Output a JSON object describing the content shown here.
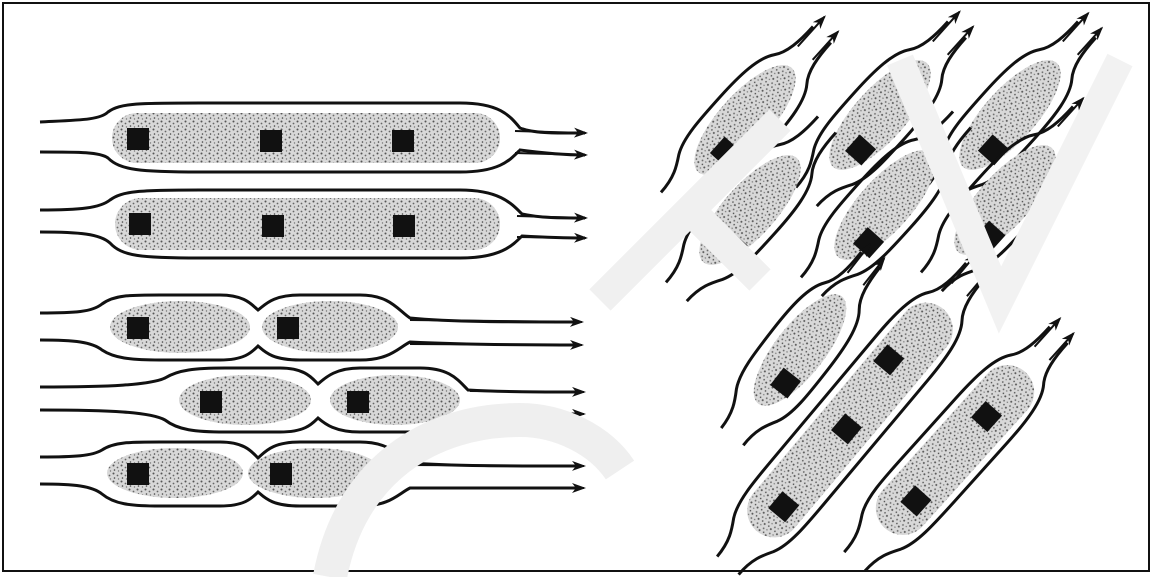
{
  "figure": {
    "description_left": "",
    "description_right": ""
  },
  "colors": {
    "ink": "#111111",
    "fill": "#cfcfcf",
    "watermark": "#e6e6e6"
  },
  "panels": [
    {
      "name": "left-panel",
      "orientation": "horizontal",
      "capsules": [
        {
          "nuclei": 3
        },
        {
          "nuclei": 3
        },
        {
          "nuclei": 2
        },
        {
          "nuclei": 2
        },
        {
          "nuclei": 2
        }
      ]
    },
    {
      "name": "right-panel",
      "orientation": "diagonal",
      "capsules": [
        {
          "nuclei": 1
        },
        {
          "nuclei": 1
        },
        {
          "nuclei": 1
        },
        {
          "nuclei": 1
        },
        {
          "nuclei": 1
        },
        {
          "nuclei": 1
        },
        {
          "nuclei": 1
        },
        {
          "nuclei": 3
        },
        {
          "nuclei": 2
        }
      ]
    }
  ]
}
